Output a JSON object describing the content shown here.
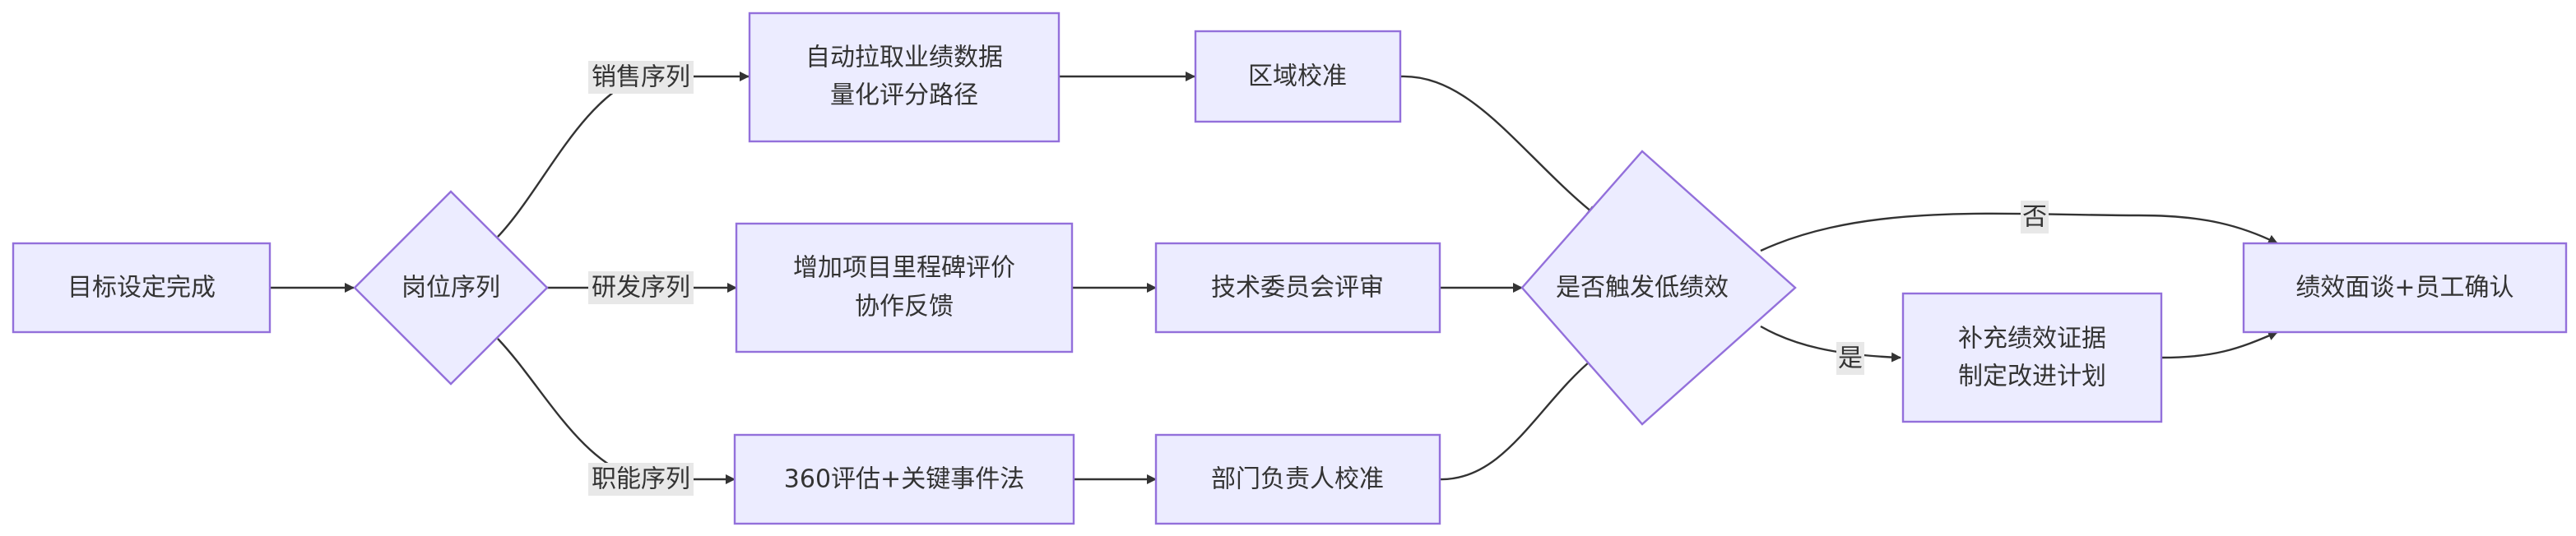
{
  "nodes": {
    "start": {
      "text": "目标设定完成"
    },
    "role": {
      "text": "岗位序列"
    },
    "sales_data": {
      "line1": "自动拉取业绩数据",
      "line2": "量化评分路径"
    },
    "region": {
      "text": "区域校准"
    },
    "rd_eval": {
      "line1": "增加项目里程碑评价",
      "line2": "协作反馈"
    },
    "tech_review": {
      "text": "技术委员会评审"
    },
    "func_eval": {
      "text": "360评估+关键事件法"
    },
    "dept_calib": {
      "text": "部门负责人校准"
    },
    "low_perf": {
      "text": "是否触发低绩效"
    },
    "evidence": {
      "line1": "补充绩效证据",
      "line2": "制定改进计划"
    },
    "interview": {
      "text": "绩效面谈+员工确认"
    }
  },
  "edges": {
    "sales": "销售序列",
    "rd": "研发序列",
    "func": "职能序列",
    "no": "否",
    "yes": "是"
  },
  "colors": {
    "node_fill": "#ececff",
    "node_stroke": "#9370db",
    "edge": "#333333",
    "label_bg": "#e8e8e8",
    "text": "#333333"
  }
}
